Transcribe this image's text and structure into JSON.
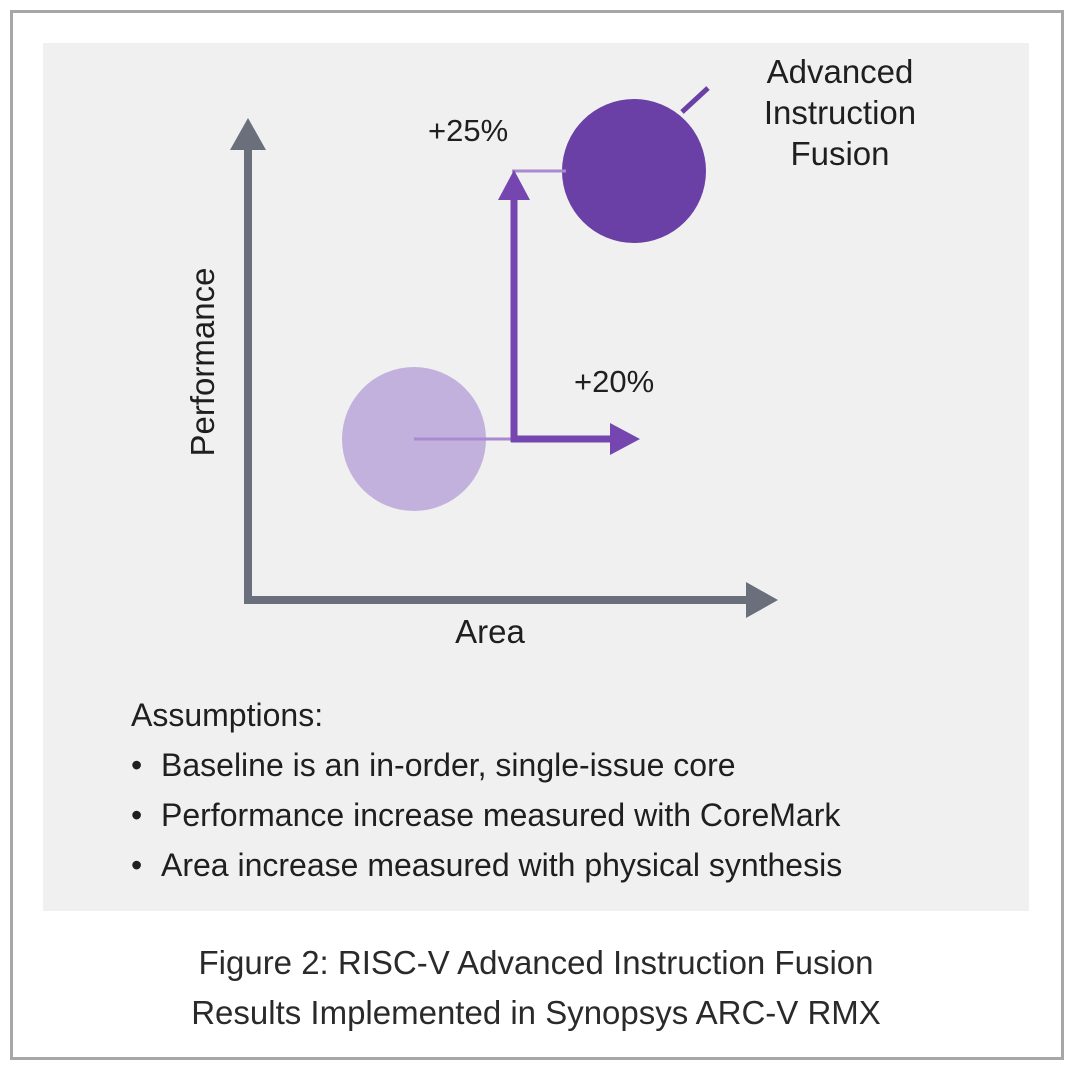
{
  "diagram": {
    "y_axis_label": "Performance",
    "x_axis_label": "Area",
    "performance_gain_label": "+25%",
    "area_gain_label": "+20%",
    "callout_label_lines": [
      "Advanced",
      "Instruction",
      "Fusion"
    ],
    "colors": {
      "axis": "#6b6e7b",
      "baseline_circle": "#c2b1dd",
      "fusion_circle": "#6a3fa6",
      "arrow": "#7646b0",
      "connector": "#a98ad0"
    }
  },
  "assumptions": {
    "heading": "Assumptions:",
    "bullet_glyph": "•",
    "items": [
      "Baseline is an in-order, single-issue core",
      "Performance increase measured with CoreMark",
      "Area increase measured with physical synthesis"
    ]
  },
  "caption": {
    "lines": [
      "Figure 2: RISC-V Advanced Instruction Fusion",
      "Results Implemented in Synopsys ARC-V RMX"
    ]
  }
}
